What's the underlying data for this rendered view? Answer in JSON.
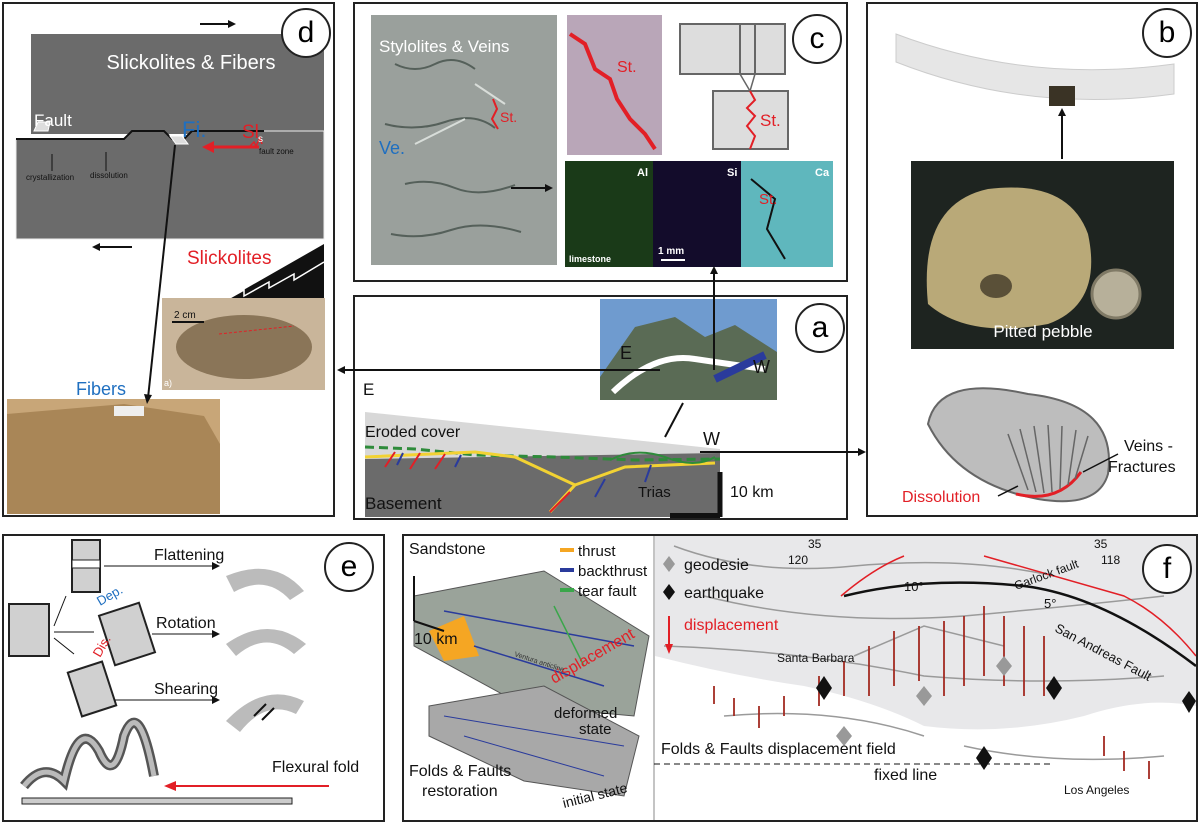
{
  "panels": {
    "a": "a",
    "b": "b",
    "c": "c",
    "d": "d",
    "e": "e",
    "f": "f"
  },
  "d": {
    "title": "Slickolites & Fibers",
    "fault": "Fault",
    "fi": "Fi.",
    "sl": "Sl",
    "sl_small": "s",
    "fault_zone": "fault zone",
    "crystallization": "crystallization",
    "dissolution": "dissolution",
    "slickolites": "Slickolites",
    "scale": "2 cm",
    "photo_tag": "a)",
    "fibers": "Fibers"
  },
  "c": {
    "title": "Stylolites & Veins",
    "ve": "Ve.",
    "st": "St.",
    "al": "Al",
    "si": "Si",
    "ca": "Ca",
    "limestone": "limestone",
    "mm": "1 mm"
  },
  "b": {
    "pitted": "Pitted pebble",
    "veins": "Veins -",
    "fractures": "Fractures",
    "dissolution": "Dissolution"
  },
  "a": {
    "e": "E",
    "w": "W",
    "eroded": "Eroded cover",
    "basement": "Basement",
    "trias": "Trias",
    "km": "10 km"
  },
  "e": {
    "flattening": "Flattening",
    "rotation": "Rotation",
    "shearing": "Shearing",
    "dep": "Dep.",
    "dis": "Dis.",
    "flexural": "Flexural fold"
  },
  "f": {
    "sandstone": "Sandstone",
    "thrust": "thrust",
    "backthrust": "backthrust",
    "tear": "tear fault",
    "km": "10 km",
    "displacement_red": "displacement",
    "deformed1": "deformed",
    "deformed2": "state",
    "initial": "initial state",
    "ventura": "Ventura anticline",
    "ff_rest1": "Folds & Faults",
    "ff_rest2": "restoration",
    "geodesie": "geodesie",
    "earthquake": "earthquake",
    "displacement": "displacement",
    "lat1": "35",
    "lon1": "120",
    "lat2": "35",
    "lon2": "118",
    "garlock": "Garlock fault",
    "san_andreas": "San Andreas Fault",
    "ten_deg": "10°",
    "five_deg": "5°",
    "santa_barbara": "Santa Barbara",
    "ff_field": "Folds & Faults displacement field",
    "fixed_line": "fixed line",
    "la": "Los Angeles"
  },
  "colors": {
    "red": "#e21f26",
    "blue": "#1f6fc0",
    "green": "#2e8b3a",
    "yellow": "#f2d233",
    "darkred": "#a32a22",
    "thrust": "#f5a623",
    "back": "#2a3b9c",
    "tear": "#3aa64a"
  }
}
